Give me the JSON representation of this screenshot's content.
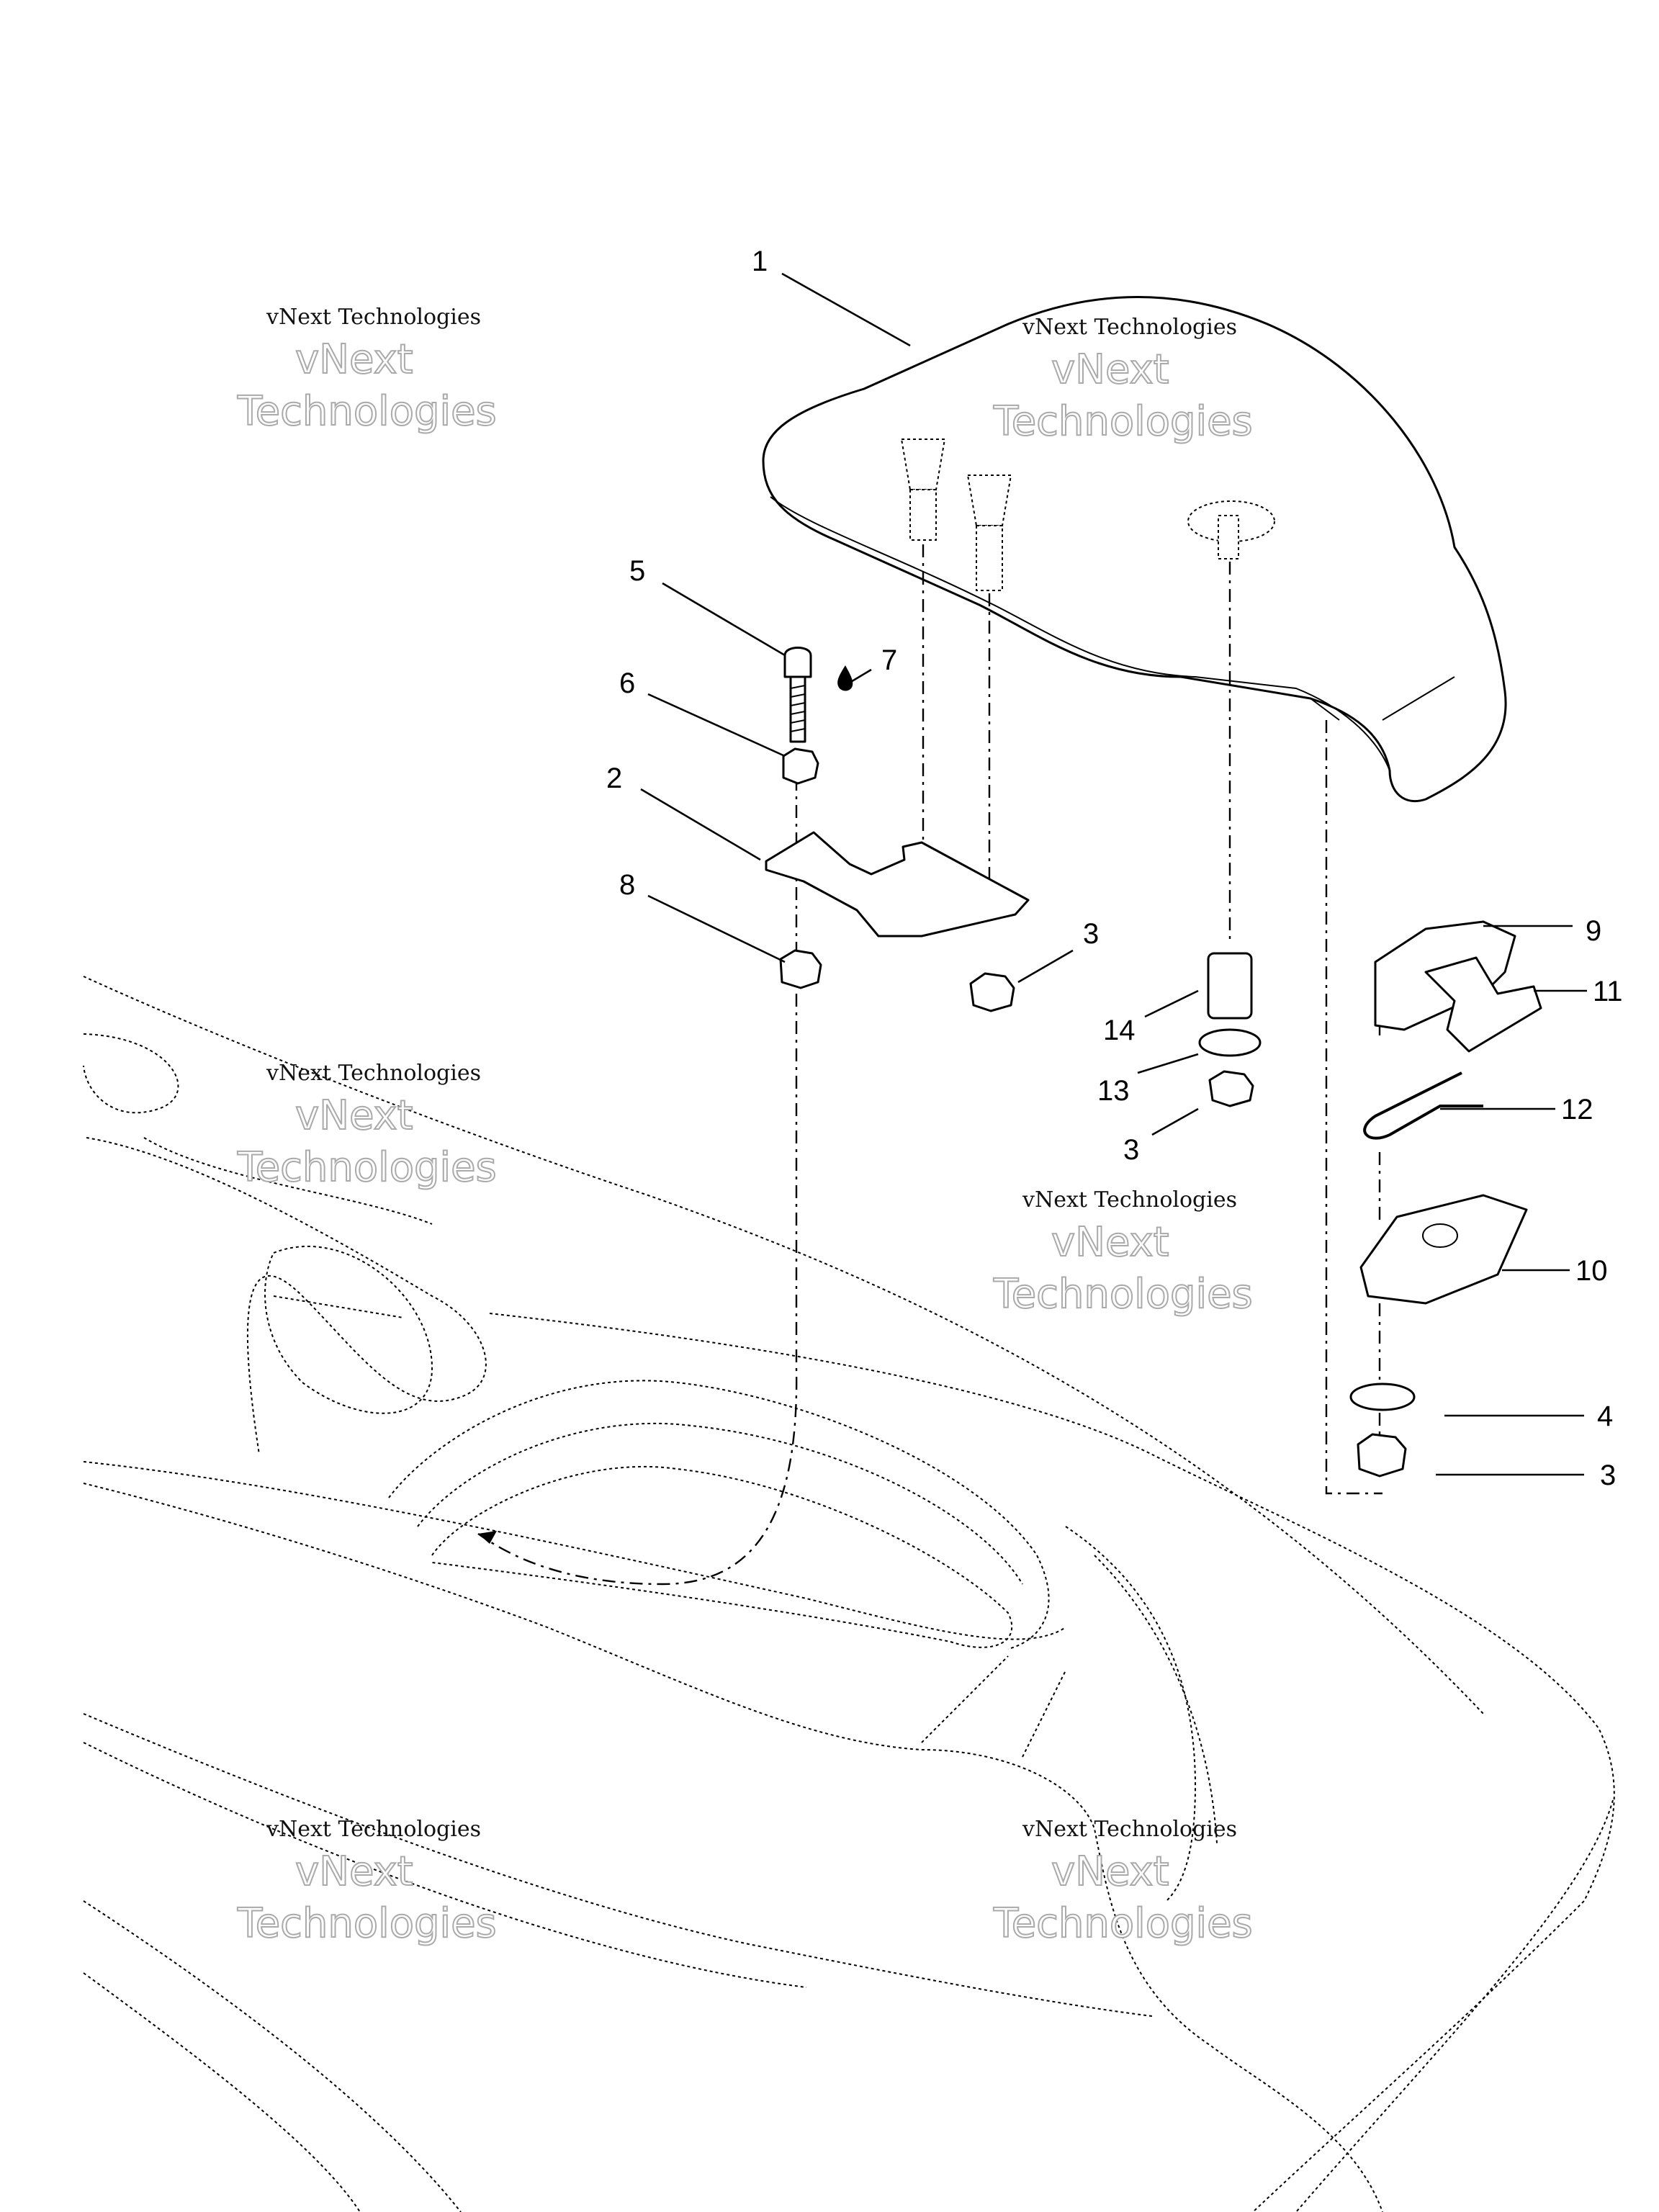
{
  "diagram": {
    "callouts": [
      "1",
      "2",
      "3",
      "3",
      "3",
      "4",
      "5",
      "6",
      "7",
      "8",
      "9",
      "10",
      "11",
      "12",
      "13",
      "14"
    ],
    "watermark": {
      "small": "vNext Technologies",
      "big_line1": "vNext",
      "big_line2": "Technologies"
    },
    "icons": [
      "oil-drop-icon"
    ]
  }
}
